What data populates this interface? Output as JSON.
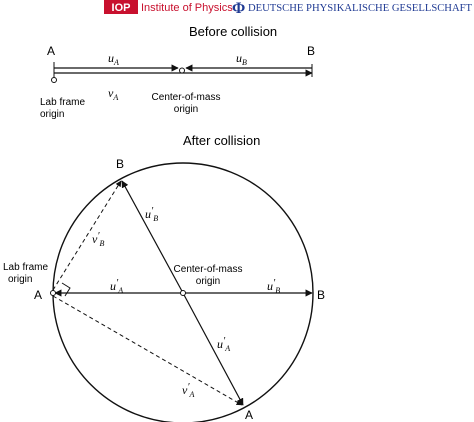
{
  "header": {
    "iop_logo": "IOP",
    "iop_name": "Institute of Physics",
    "dpg_symbol": "Φ",
    "dpg_name": "DEUTSCHE PHYSIKALISCHE GESELLSCHAFT"
  },
  "before": {
    "title": "Before collision",
    "label_a": "A",
    "label_b": "B",
    "u_a": {
      "base": "u",
      "sub": "A"
    },
    "u_b": {
      "base": "u",
      "sub": "B"
    },
    "v_a": {
      "base": "v",
      "sub": "A"
    },
    "lab_origin_line1": "Lab frame",
    "lab_origin_line2": "origin",
    "com_line1": "Center-of-mass",
    "com_line2": "origin"
  },
  "after": {
    "title": "After collision",
    "label_a_left": "A",
    "label_b_right": "B",
    "label_b_top": "B",
    "label_a_bottom": "A",
    "lab_origin_line1": "Lab frame",
    "lab_origin_line2": "origin",
    "com_line1": "Center-of-mass",
    "com_line2": "origin",
    "u_b_prime": {
      "base": "u",
      "prime": "′",
      "sub": "B"
    },
    "v_b_prime": {
      "base": "v",
      "prime": "′",
      "sub": "B"
    },
    "u_a_prime_horizontal": {
      "base": "u",
      "prime": "′",
      "sub": "A"
    },
    "u_b_prime_horizontal": {
      "base": "u",
      "prime": "′",
      "sub": "B"
    },
    "u_a_prime_diagonal": {
      "base": "u",
      "prime": "′",
      "sub": "A"
    },
    "v_a_prime": {
      "base": "v",
      "prime": "′",
      "sub": "A"
    }
  },
  "colors": {
    "ink": "#111111",
    "logo_red": "#c8102e",
    "logo_blue": "#1f3a93"
  }
}
